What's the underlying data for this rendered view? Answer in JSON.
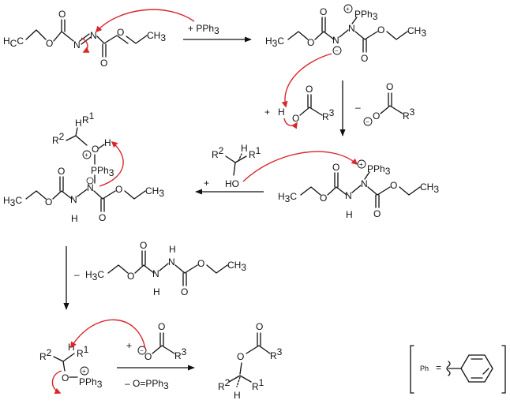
{
  "colors": {
    "ink": "#111111",
    "electron_arrow": "#d9262b",
    "background": "#ffffff"
  },
  "reagents": {
    "add_pph3": "+ PPh",
    "pph3_sub": "3",
    "plus": "+",
    "minus": "–",
    "minus_pph3o": "–  O=PPh",
    "pph3o_sub": "3"
  },
  "labels": {
    "H3C_main": "H",
    "H3C_sub": "C",
    "H3C_3": "3",
    "CH3_main": "CH",
    "CH3_sub": "3",
    "O": "O",
    "N": "N",
    "H": "H",
    "HO": "HO",
    "PPh": "PPh",
    "P": "P",
    "R": "R",
    "sup1": "1",
    "sup2": "2",
    "sup3": "3",
    "charge_plus": "+",
    "charge_minus": "−"
  },
  "legend": {
    "ph": "Ph",
    "equals": "="
  }
}
